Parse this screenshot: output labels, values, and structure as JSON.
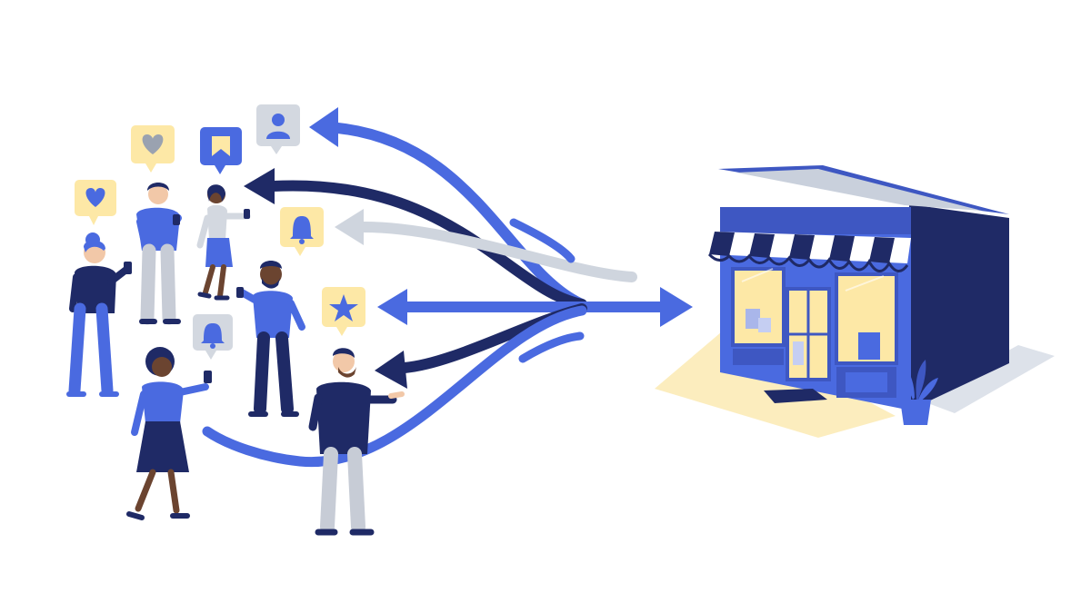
{
  "illustration": {
    "colors": {
      "primary_blue": "#4a6ae0",
      "navy": "#1f2a66",
      "light_gray": "#cfd5de",
      "yellow": "#fde8a6",
      "skin_light": "#f2c8a8",
      "skin_dark": "#6b4430",
      "background": "#ffffff"
    },
    "icons": [
      "heart-icon",
      "heart-icon",
      "bookmark-icon",
      "user-icon",
      "bell-icon",
      "bell-icon",
      "star-icon"
    ],
    "elements": [
      "people-group",
      "flow-arrows",
      "storefront"
    ]
  }
}
